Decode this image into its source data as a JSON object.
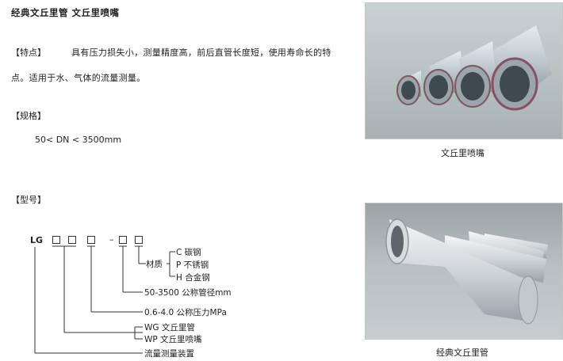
{
  "title": "经典文丘里管  文丘里喷嘴",
  "features": {
    "heading": "【特点】",
    "line1": "具有压力损失小，测量精度高，前后直管长度短，使用寿命长的特",
    "line2": "点。适用于水、气体的流量测量。"
  },
  "spec": {
    "heading": "【规格】",
    "value": "50< DN < 3500mm"
  },
  "model": {
    "heading": "【型号】",
    "code_prefix": "LG",
    "dash": "–",
    "material_label": "材质",
    "materials": [
      "C 碳钢",
      "P 不锈钢",
      "H 合金钢"
    ],
    "diameter": "50-3500 公称管径mm",
    "pressure": "0.6-4.0 公称压力MPa",
    "types": [
      "WG 文丘里管",
      "WP 文丘里喷嘴"
    ],
    "device": "流量测量装置"
  },
  "photos": {
    "top_caption": "文丘里喷嘴",
    "bottom_caption": "经典文丘里管"
  }
}
